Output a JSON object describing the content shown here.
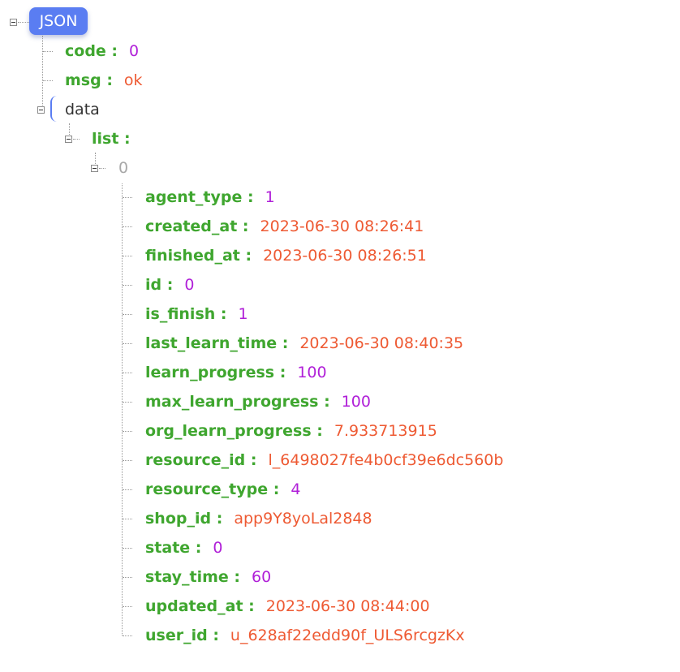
{
  "root": {
    "label": "JSON"
  },
  "code": {
    "key": "code :",
    "value": "0"
  },
  "msg": {
    "key": "msg :",
    "value": "ok"
  },
  "data": {
    "label": "data"
  },
  "list": {
    "key": "list :"
  },
  "item0": {
    "index": "0",
    "fields": [
      {
        "key": "agent_type :",
        "value": "1",
        "type": "num"
      },
      {
        "key": "created_at :",
        "value": "2023-06-30 08:26:41",
        "type": "str"
      },
      {
        "key": "finished_at :",
        "value": "2023-06-30 08:26:51",
        "type": "str"
      },
      {
        "key": "id :",
        "value": "0",
        "type": "num"
      },
      {
        "key": "is_finish :",
        "value": "1",
        "type": "num"
      },
      {
        "key": "last_learn_time :",
        "value": "2023-06-30 08:40:35",
        "type": "str"
      },
      {
        "key": "learn_progress :",
        "value": "100",
        "type": "num"
      },
      {
        "key": "max_learn_progress :",
        "value": "100",
        "type": "num"
      },
      {
        "key": "org_learn_progress :",
        "value": "7.933713915",
        "type": "str"
      },
      {
        "key": "resource_id :",
        "value": "l_6498027fe4b0cf39e6dc560b",
        "type": "str"
      },
      {
        "key": "resource_type :",
        "value": "4",
        "type": "num"
      },
      {
        "key": "shop_id :",
        "value": "app9Y8yoLal2848",
        "type": "str"
      },
      {
        "key": "state :",
        "value": "0",
        "type": "num"
      },
      {
        "key": "stay_time :",
        "value": "60",
        "type": "num"
      },
      {
        "key": "updated_at :",
        "value": "2023-06-30 08:44:00",
        "type": "str"
      },
      {
        "key": "user_id :",
        "value": "u_628af22edd90f_ULS6rcgzKx",
        "type": "str"
      }
    ]
  }
}
